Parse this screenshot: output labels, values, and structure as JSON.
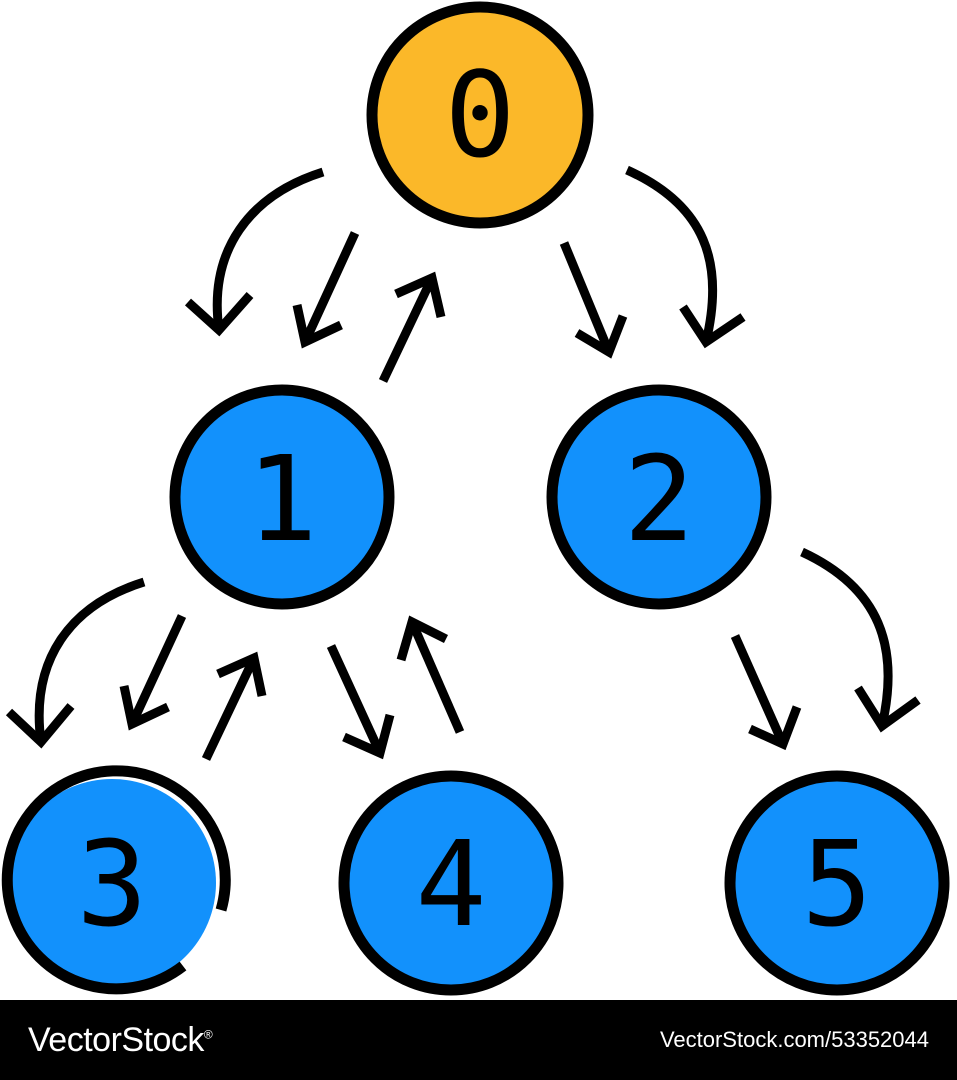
{
  "diagram": {
    "nodes": [
      {
        "id": "0",
        "label": "0",
        "role": "root"
      },
      {
        "id": "1",
        "label": "1",
        "role": "child"
      },
      {
        "id": "2",
        "label": "2",
        "role": "child"
      },
      {
        "id": "3",
        "label": "3",
        "role": "child"
      },
      {
        "id": "4",
        "label": "4",
        "role": "child"
      },
      {
        "id": "5",
        "label": "5",
        "role": "child"
      }
    ],
    "edges": [
      {
        "from": "0",
        "to": "1"
      },
      {
        "from": "0",
        "to": "2"
      },
      {
        "from": "1",
        "to": "3"
      },
      {
        "from": "1",
        "to": "4"
      },
      {
        "from": "2",
        "to": "5"
      }
    ],
    "colors": {
      "root": "#FBB829",
      "child": "#1291FC",
      "stroke": "#000000"
    }
  },
  "footer": {
    "brand": "VectorStock",
    "brand_mark": "®",
    "image_id": "VectorStock.com/53352044"
  }
}
